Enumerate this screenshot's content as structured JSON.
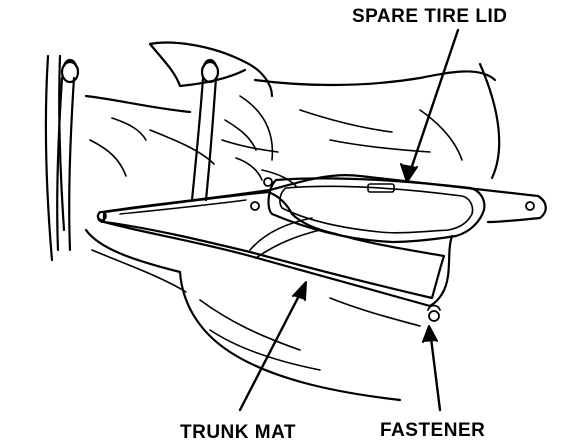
{
  "labels": {
    "spare_tire_lid": "SPARE TIRE LID",
    "trunk_mat": "TRUNK MAT",
    "fastener": "FASTENER"
  },
  "colors": {
    "ink": "#000000",
    "paper": "#ffffff"
  }
}
